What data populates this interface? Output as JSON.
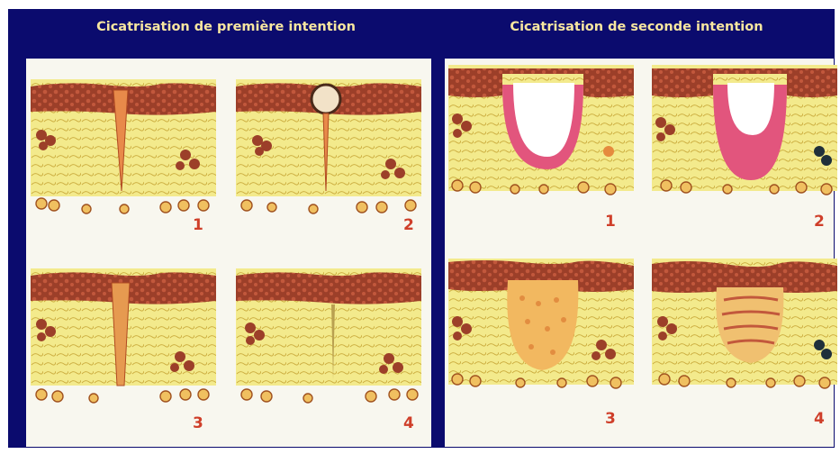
{
  "titles": {
    "left": "Cicatrisation de première intention",
    "right": "Cicatrisation de seconde intention"
  },
  "left_panels": [
    {
      "label": "1"
    },
    {
      "label": "2"
    },
    {
      "label": "3"
    },
    {
      "label": "4"
    }
  ],
  "right_panels": [
    {
      "label": "1"
    },
    {
      "label": "2"
    },
    {
      "label": "3"
    },
    {
      "label": "4"
    }
  ],
  "colors": {
    "background": "#0b0b6e",
    "title_text": "#f7e6a0",
    "dermis": "#f3ea8c",
    "epidermis": "#8e3b27",
    "label": "#cf3f2a",
    "granulation": "#e2557d"
  }
}
